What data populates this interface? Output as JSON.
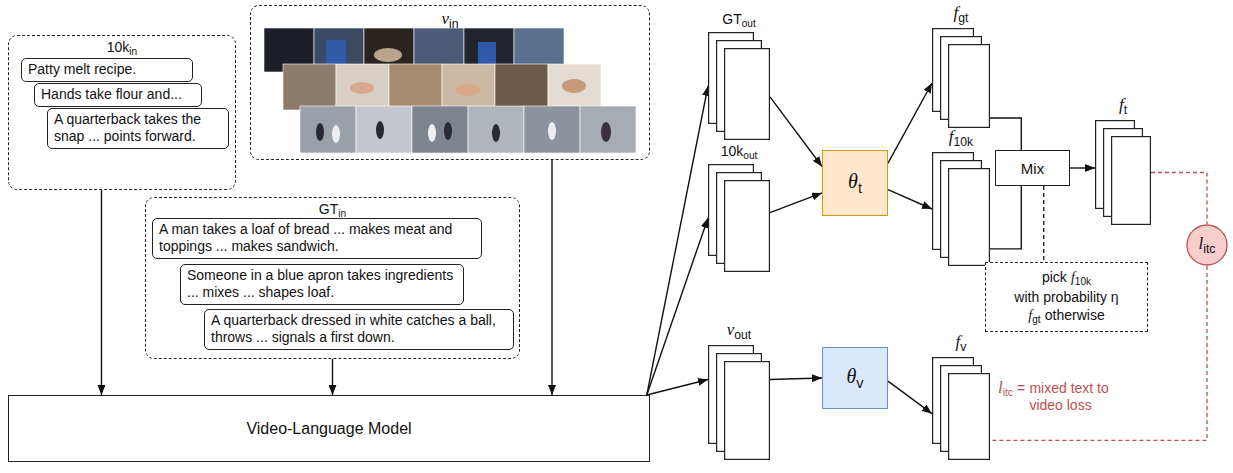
{
  "diagram": {
    "nodes": [
      {
        "text": [
          "10k",
          "in"
        ]
      },
      {
        "text": [
          "Patty melt recipe."
        ],
        "in": 0
      },
      {
        "text": [
          "Hands take flour and..."
        ],
        "in": 0
      },
      {
        "text": [
          "A quarterback takes the snap ... points forward."
        ],
        "in": 0
      },
      {
        "text": [
          "v",
          "in"
        ]
      },
      {
        "text": [
          "GT",
          "in"
        ]
      },
      {
        "text": [
          "A man takes a loaf of bread ... makes meat and toppings ... makes sandwich."
        ],
        "in": 5
      },
      {
        "text": [
          "Someone in a blue apron takes ingredients ... mixes ... shapes loaf."
        ],
        "in": 5
      },
      {
        "text": [
          "A quarterback dressed in white catches a ball, throws ... signals a first down."
        ],
        "in": 5
      },
      {
        "text": [
          "Video-Language Model"
        ]
      },
      {
        "text": [
          "GT",
          "out"
        ]
      },
      {
        "text": [
          "10k",
          "out"
        ]
      },
      {
        "text": [
          "v",
          "out"
        ]
      },
      {
        "text": [
          "θ",
          "t"
        ]
      },
      {
        "text": [
          "θ",
          "v"
        ]
      },
      {
        "text": [
          "f",
          "gt"
        ]
      },
      {
        "text": [
          "f",
          "10k"
        ]
      },
      {
        "text": [
          "f",
          "v"
        ]
      },
      {
        "text": [
          "Mix"
        ]
      },
      {
        "text": [
          "f",
          "t"
        ]
      },
      {
        "text": [
          "pick",
          "f",
          "10k",
          "with probability η",
          "f",
          "gt",
          "otherwise"
        ]
      },
      {
        "text": [
          "l",
          "itc"
        ]
      }
    ],
    "edges": [
      {
        "from": 0,
        "to": 9,
        "arrow": "to"
      },
      {
        "from": 5,
        "to": 9,
        "arrow": "to"
      },
      {
        "from": 4,
        "to": 9,
        "arrow": "to"
      },
      {
        "from": 9,
        "to": 10,
        "arrow": "to"
      },
      {
        "from": 9,
        "to": 11,
        "arrow": "to"
      },
      {
        "from": 9,
        "to": 12,
        "arrow": "to"
      },
      {
        "from": 10,
        "to": 13,
        "arrow": "to"
      },
      {
        "from": 11,
        "to": 13,
        "arrow": "to"
      },
      {
        "from": 12,
        "to": 14,
        "arrow": "to"
      },
      {
        "from": 13,
        "to": 15,
        "arrow": "to"
      },
      {
        "from": 13,
        "to": 16,
        "arrow": "to"
      },
      {
        "from": 14,
        "to": 17,
        "arrow": "to"
      },
      {
        "from": 15,
        "to": 18,
        "arrow": "none"
      },
      {
        "from": 16,
        "to": 18,
        "arrow": "none"
      },
      {
        "from": 18,
        "to": 19,
        "arrow": "to"
      },
      {
        "from": 18,
        "to": 20,
        "arrow": "none"
      },
      {
        "from": 19,
        "to": 21,
        "arrow": "none"
      },
      {
        "from": 21,
        "to": 17,
        "arrow": "none"
      }
    ],
    "labels": [
      "l",
      "itc",
      "=",
      "mixed text to video loss"
    ]
  }
}
